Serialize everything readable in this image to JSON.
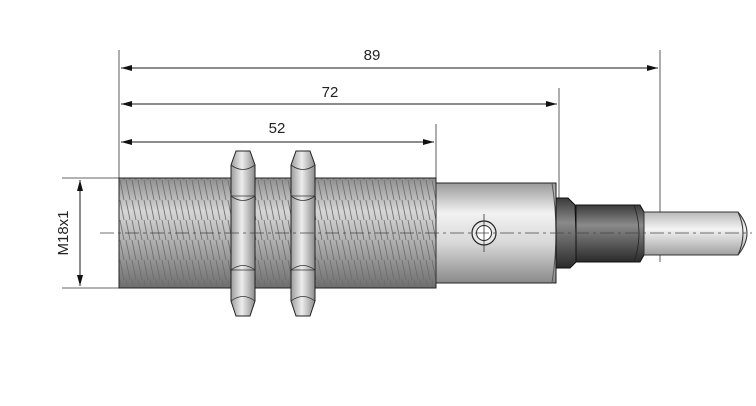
{
  "dimensions": {
    "overall_length": "89",
    "body_length": "72",
    "thread_length": "52",
    "thread_size": "M18x1"
  }
}
